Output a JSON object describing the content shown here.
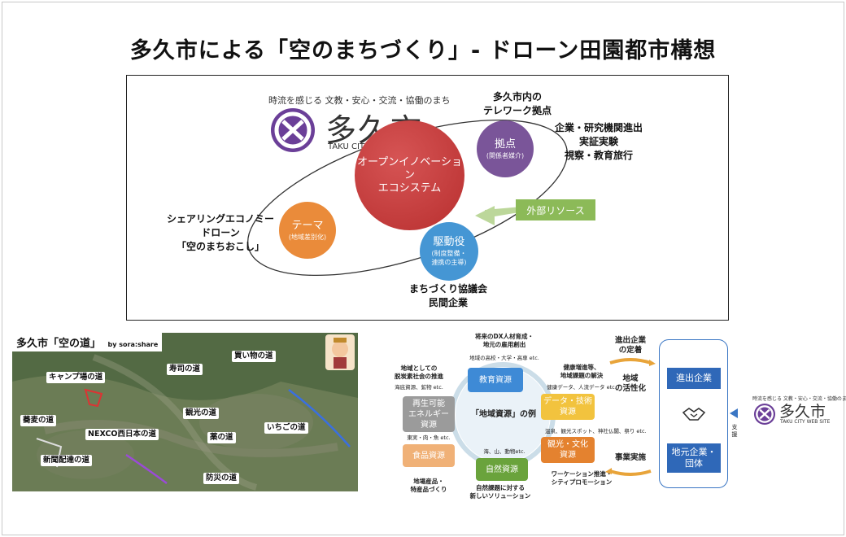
{
  "title": "多久市による「空のまちづくり」- ドローン田園都市構想",
  "top_panel": {
    "tagline": "時流を感じる 文教・安心・交流・協働のまち",
    "city_name": "多久市",
    "city_sub": "TAKU CITY WEB SITE",
    "center_circle": [
      "オープンイノベーション",
      "エコシステム"
    ],
    "kyoten": {
      "title": "拠点",
      "sub": "(関係者媒介)"
    },
    "theme": {
      "title": "テーマ",
      "sub": "(地域差別化)"
    },
    "kudou": {
      "title": "駆動役",
      "sub1": "(制度整備・",
      "sub2": "連携の主導)"
    },
    "gaibu": "外部リソース",
    "telework": [
      "多久市内の",
      "テレワーク拠点"
    ],
    "kigyo": [
      "企業・研究機関進出",
      "実証実験",
      "視察・教育旅行"
    ],
    "sharing": [
      "シェアリングエコノミー",
      "ドローン",
      "「空のまちおこし」"
    ],
    "kyogikai": [
      "まちづくり協議会",
      "民間企業"
    ]
  },
  "map_panel": {
    "title": "多久市「空の道」",
    "by": "by sora:share",
    "labels": [
      "買い物の道",
      "寿司の道",
      "キャンプ場の道",
      "観光の道",
      "NEXCO西日本の道",
      "薬の道",
      "いちごの道",
      "蕎麦の道",
      "新聞配達の道",
      "防災の道"
    ]
  },
  "resources_panel": {
    "center_label": "「地域資源」の例",
    "kyoiku": "教育資源",
    "data_tech": [
      "データ・技術",
      "資源"
    ],
    "kanko": [
      "観光・文化",
      "資源"
    ],
    "shizen": "自然資源",
    "shokuhin": "食品資源",
    "saisei": [
      "再生可能",
      "エネルギー",
      "資源"
    ],
    "notes": {
      "top_bold": [
        "将来のDX人材育成・",
        "地元の雇用創出"
      ],
      "top_small": "地域の高校・大学・高専 etc.",
      "right_bold": [
        "健康増進等、",
        "地域課題の解決"
      ],
      "right_small": "健康データ、人流データ etc.",
      "kanko_small": "温泉、観光スポット、神社仏閣、祭り etc.",
      "left_bold": [
        "地域としての",
        "脱炭素社会の推進"
      ],
      "left_small": "海底資源、鉱物 etc.",
      "saisei_small": "東実・肉・魚 etc.",
      "shizen_small": "海、山、動物etc.",
      "shokuhin_bold": [
        "地場産品・",
        "特産品づくり"
      ],
      "shizen_bold": [
        "自然課題に対する",
        "新しいソリューション"
      ],
      "kanko_bold": [
        "ワーケーション推進・",
        "シティプロモーション"
      ]
    }
  },
  "company_panel": {
    "teichaku": [
      "進出企業",
      "の定着"
    ],
    "kasseika": [
      "地域",
      "の活性化"
    ],
    "jigyo": "事業実施",
    "shinshutsu": "進出企業",
    "jimoto": [
      "地元企業・",
      "団体"
    ],
    "shien": [
      "支",
      "援"
    ],
    "tagline": "時流を感じる 文教・安心・交流・協働のまち",
    "city_name": "多久市",
    "city_sub": "TAKU CITY WEB SITE"
  },
  "colors": {
    "purple": "#6b4a8c",
    "red": "#c83a3a",
    "orange": "#e98c3a",
    "blue": "#3f8fd0",
    "green": "#8cba58",
    "logo_purple": "#6b3f98"
  }
}
